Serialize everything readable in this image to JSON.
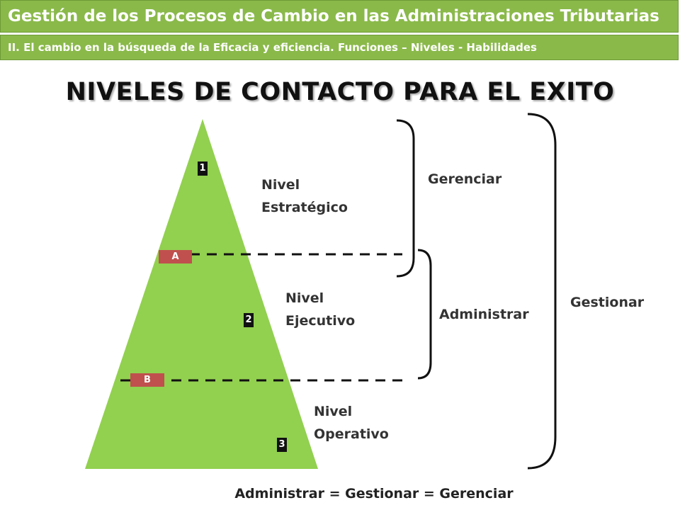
{
  "header": {
    "title": "Gestión de los  Procesos de Cambio en las Administraciones Tributarias",
    "subtitle": "II. El cambio en la búsqueda de la Eficacia y eficiencia. Funciones – Niveles - Habilidades"
  },
  "heading": "NIVELES DE CONTACTO PARA EL EXITO",
  "levels": [
    {
      "number": "1",
      "line1": "Nivel",
      "line2": "Estratégico"
    },
    {
      "number": "2",
      "line1": "Nivel",
      "line2": "Ejecutivo"
    },
    {
      "number": "3",
      "line1": "Nivel",
      "line2": "Operativo"
    }
  ],
  "boundaries": [
    {
      "label": "A"
    },
    {
      "label": "B"
    }
  ],
  "brackets": {
    "gerenciar": "Gerenciar",
    "administrar": "Administrar",
    "gestionar": "Gestionar"
  },
  "formula": "Administrar = Gestionar = Gerenciar",
  "colors": {
    "header_green": "#8ab94a",
    "triangle_green": "#92d050",
    "boundary_tag_red": "#c0504d",
    "number_badge_black": "#111111"
  }
}
